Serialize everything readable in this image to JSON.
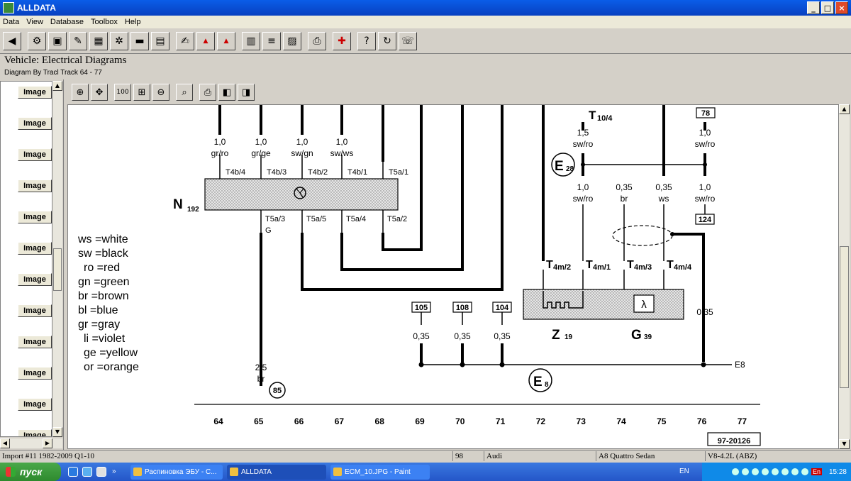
{
  "window": {
    "title": "ALLDATA"
  },
  "menu": [
    "Data",
    "View",
    "Database",
    "Toolbox",
    "Help"
  ],
  "header": {
    "vehicle_label": "Vehicle:  Electrical Diagrams",
    "diagram_by": "Diagram By Tracl  Track 64 - 77"
  },
  "left_pane": {
    "image_button_label": "Image",
    "image_button_count": 12
  },
  "diagram": {
    "wires": [
      {
        "x": 64,
        "size": "1,0",
        "color": "gr/ro",
        "connector": "T4b/4"
      },
      {
        "x": 65,
        "size": "1,0",
        "color": "gr/ge",
        "connector": "T4b/3"
      },
      {
        "x": 66,
        "size": "1,0",
        "color": "sw/gn",
        "connector": "T4b/2"
      },
      {
        "x": 67,
        "size": "1,0",
        "color": "sw/ws",
        "connector": "T4b/1"
      },
      {
        "x": 68,
        "connector": "T5a/1"
      }
    ],
    "n192_label": "N",
    "n192_sub": "192",
    "n192_bottom_pins": [
      "T5a/3",
      "T5a/5",
      "T5a/4",
      "T5a/2"
    ],
    "n192_bottom_pin_sub": "G",
    "legend": [
      "ws =white",
      "sw =black",
      "ro =red",
      "gn =green",
      "br =brown",
      "bl =blue",
      "gr =gray",
      "li =violet",
      "ge =yellow",
      "or =orange"
    ],
    "ground_wire_size": "2,5",
    "ground_wire_color": "br",
    "ground_ref": "85",
    "refs": [
      "105",
      "108",
      "104"
    ],
    "ref_wire_size": "0,35",
    "e8_label": "E",
    "e8_sub": "8",
    "e8_line_label": "E8",
    "t104_label": "T",
    "t104_sub": "10/4",
    "t104_size": "1,5",
    "t104_color": "sw/ro",
    "ref_78": "78",
    "ref_78_size": "1,0",
    "ref_78_color": "sw/ro",
    "e28_label": "E",
    "e28_sub": "28",
    "right_wires": [
      {
        "size": "1,0",
        "color": "sw/ro"
      },
      {
        "size": "0,35",
        "color": "br"
      },
      {
        "size": "0,35",
        "color": "ws"
      },
      {
        "size": "1,0",
        "color": "sw/ro"
      }
    ],
    "ref_124": "124",
    "t4m_pins": [
      "T4m/2",
      "T4m/1",
      "T4m/3",
      "T4m/4"
    ],
    "z19_label": "Z",
    "z19_sub": "19",
    "g39_label": "G",
    "g39_sub": "39",
    "lambda": "λ",
    "right_shield_size": "0,35",
    "track_numbers": [
      "64",
      "65",
      "66",
      "67",
      "68",
      "69",
      "70",
      "71",
      "72",
      "73",
      "74",
      "75",
      "76",
      "77"
    ],
    "figure_id": "97-20126"
  },
  "status": {
    "import": "Import #11 1982-2009 Q1-10",
    "num": "98",
    "make": "Audi",
    "model": "A8 Quattro Sedan",
    "engine": "V8-4.2L (ABZ)"
  },
  "taskbar": {
    "start": "пуск",
    "tasks": [
      "Распиновка ЭБУ - С...",
      "ALLDATA",
      "ECM_10.JPG - Paint"
    ],
    "lang": "EN",
    "lang2": "En",
    "clock": "15:28"
  }
}
